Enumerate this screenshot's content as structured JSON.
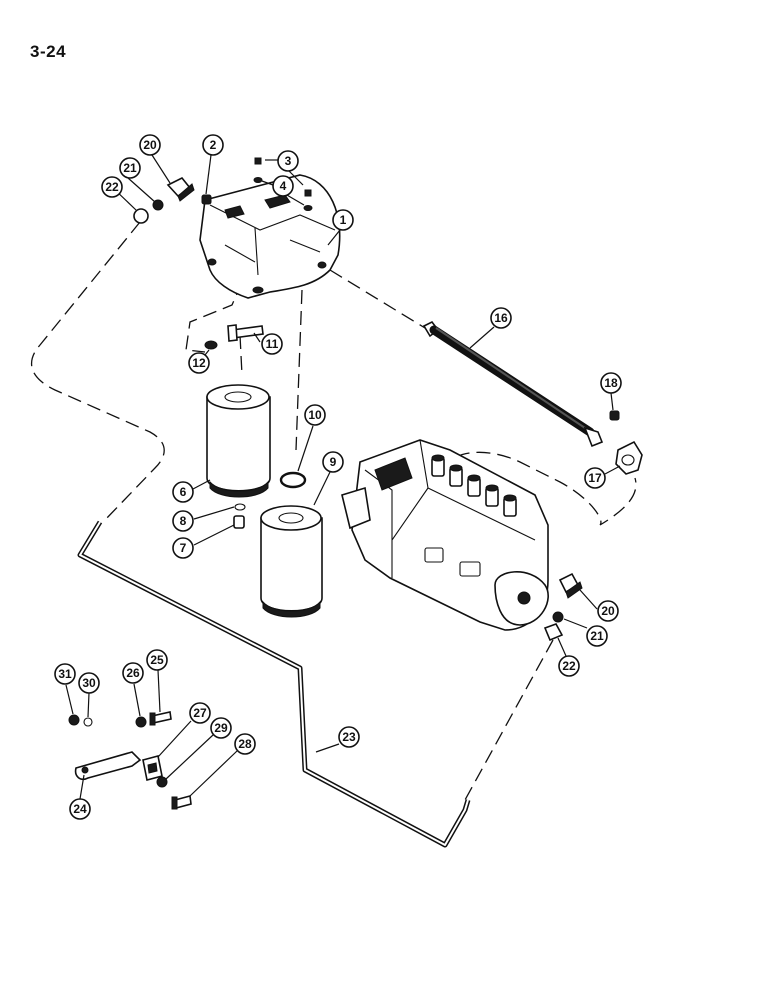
{
  "page": {
    "number": "3-24"
  },
  "callouts": [
    {
      "id": "c20a",
      "label": "20"
    },
    {
      "id": "c2",
      "label": "2"
    },
    {
      "id": "c3",
      "label": "3"
    },
    {
      "id": "c21a",
      "label": "21"
    },
    {
      "id": "c4",
      "label": "4"
    },
    {
      "id": "c22a",
      "label": "22"
    },
    {
      "id": "c1",
      "label": "1"
    },
    {
      "id": "c16",
      "label": "16"
    },
    {
      "id": "c11",
      "label": "11"
    },
    {
      "id": "c12",
      "label": "12"
    },
    {
      "id": "c18",
      "label": "18"
    },
    {
      "id": "c10",
      "label": "10"
    },
    {
      "id": "c9",
      "label": "9"
    },
    {
      "id": "c17",
      "label": "17"
    },
    {
      "id": "c6",
      "label": "6"
    },
    {
      "id": "c8",
      "label": "8"
    },
    {
      "id": "c7",
      "label": "7"
    },
    {
      "id": "c20b",
      "label": "20"
    },
    {
      "id": "c21b",
      "label": "21"
    },
    {
      "id": "c22b",
      "label": "22"
    },
    {
      "id": "c31",
      "label": "31"
    },
    {
      "id": "c30",
      "label": "30"
    },
    {
      "id": "c26",
      "label": "26"
    },
    {
      "id": "c25",
      "label": "25"
    },
    {
      "id": "c27",
      "label": "27"
    },
    {
      "id": "c29",
      "label": "29"
    },
    {
      "id": "c28",
      "label": "28"
    },
    {
      "id": "c23",
      "label": "23"
    },
    {
      "id": "c24",
      "label": "24"
    }
  ]
}
